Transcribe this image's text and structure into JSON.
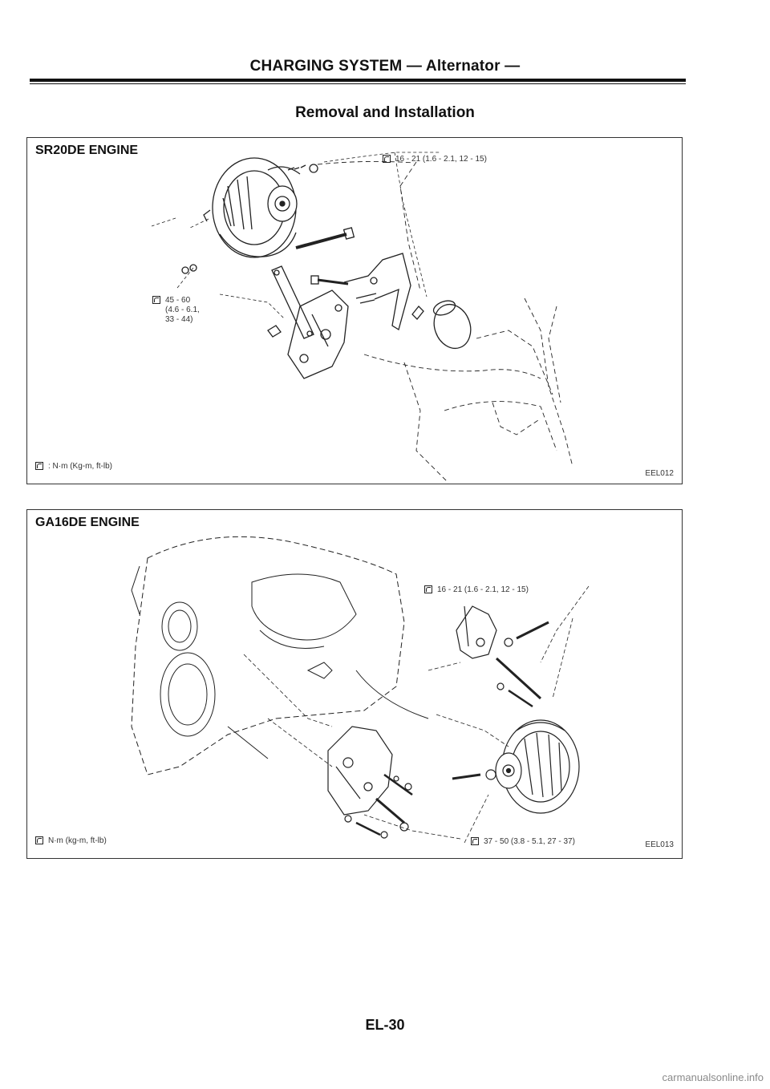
{
  "header": {
    "title": "CHARGING SYSTEM — Alternator —",
    "section_title": "Removal and Installation"
  },
  "panel_sr20de": {
    "title": "SR20DE ENGINE",
    "torque_top": "16 - 21 (1.6 - 2.1, 12 - 15)",
    "torque_left_line1": "45 - 60",
    "torque_left_line2": "(4.6 - 6.1,",
    "torque_left_line3": "33 - 44)",
    "legend": ": N·m (Kg-m, ft-lb)",
    "fig_code": "EEL012"
  },
  "panel_ga16de": {
    "title": "GA16DE ENGINE",
    "torque_top": "16 - 21 (1.6 - 2.1, 12 - 15)",
    "torque_bottom": "37 - 50 (3.8 - 5.1, 27 - 37)",
    "legend": "N·m (kg-m, ft-lb)",
    "fig_code": "EEL013"
  },
  "footer": {
    "page_number": "EL-30",
    "watermark": "carmanualsonline.info"
  }
}
